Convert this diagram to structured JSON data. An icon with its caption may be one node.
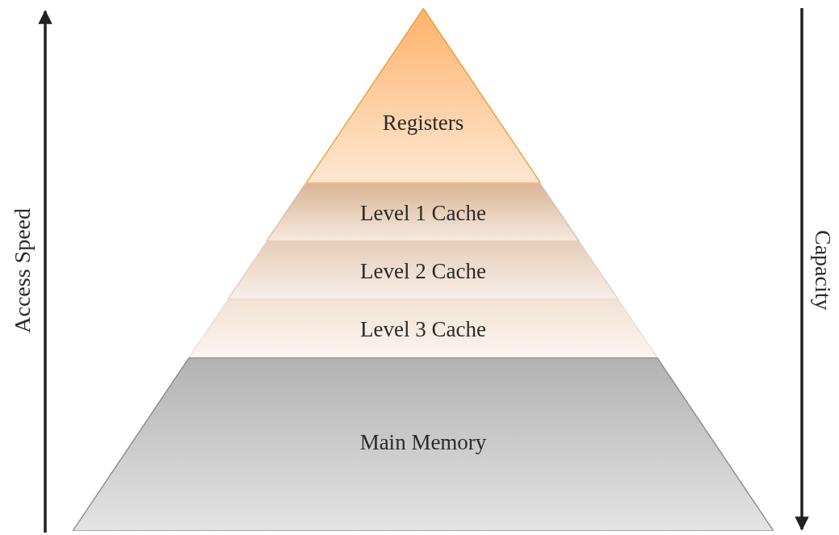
{
  "diagram": {
    "nodes": [
      {
        "text": [
          "Registers"
        ]
      },
      {
        "text": [
          "Level 1 Cache"
        ]
      },
      {
        "text": [
          "Level 2 Cache"
        ]
      },
      {
        "text": [
          "Level 3 Cache"
        ]
      },
      {
        "text": [
          "Main Memory"
        ]
      }
    ],
    "labels": [
      "Access Speed",
      "Capacity"
    ]
  }
}
